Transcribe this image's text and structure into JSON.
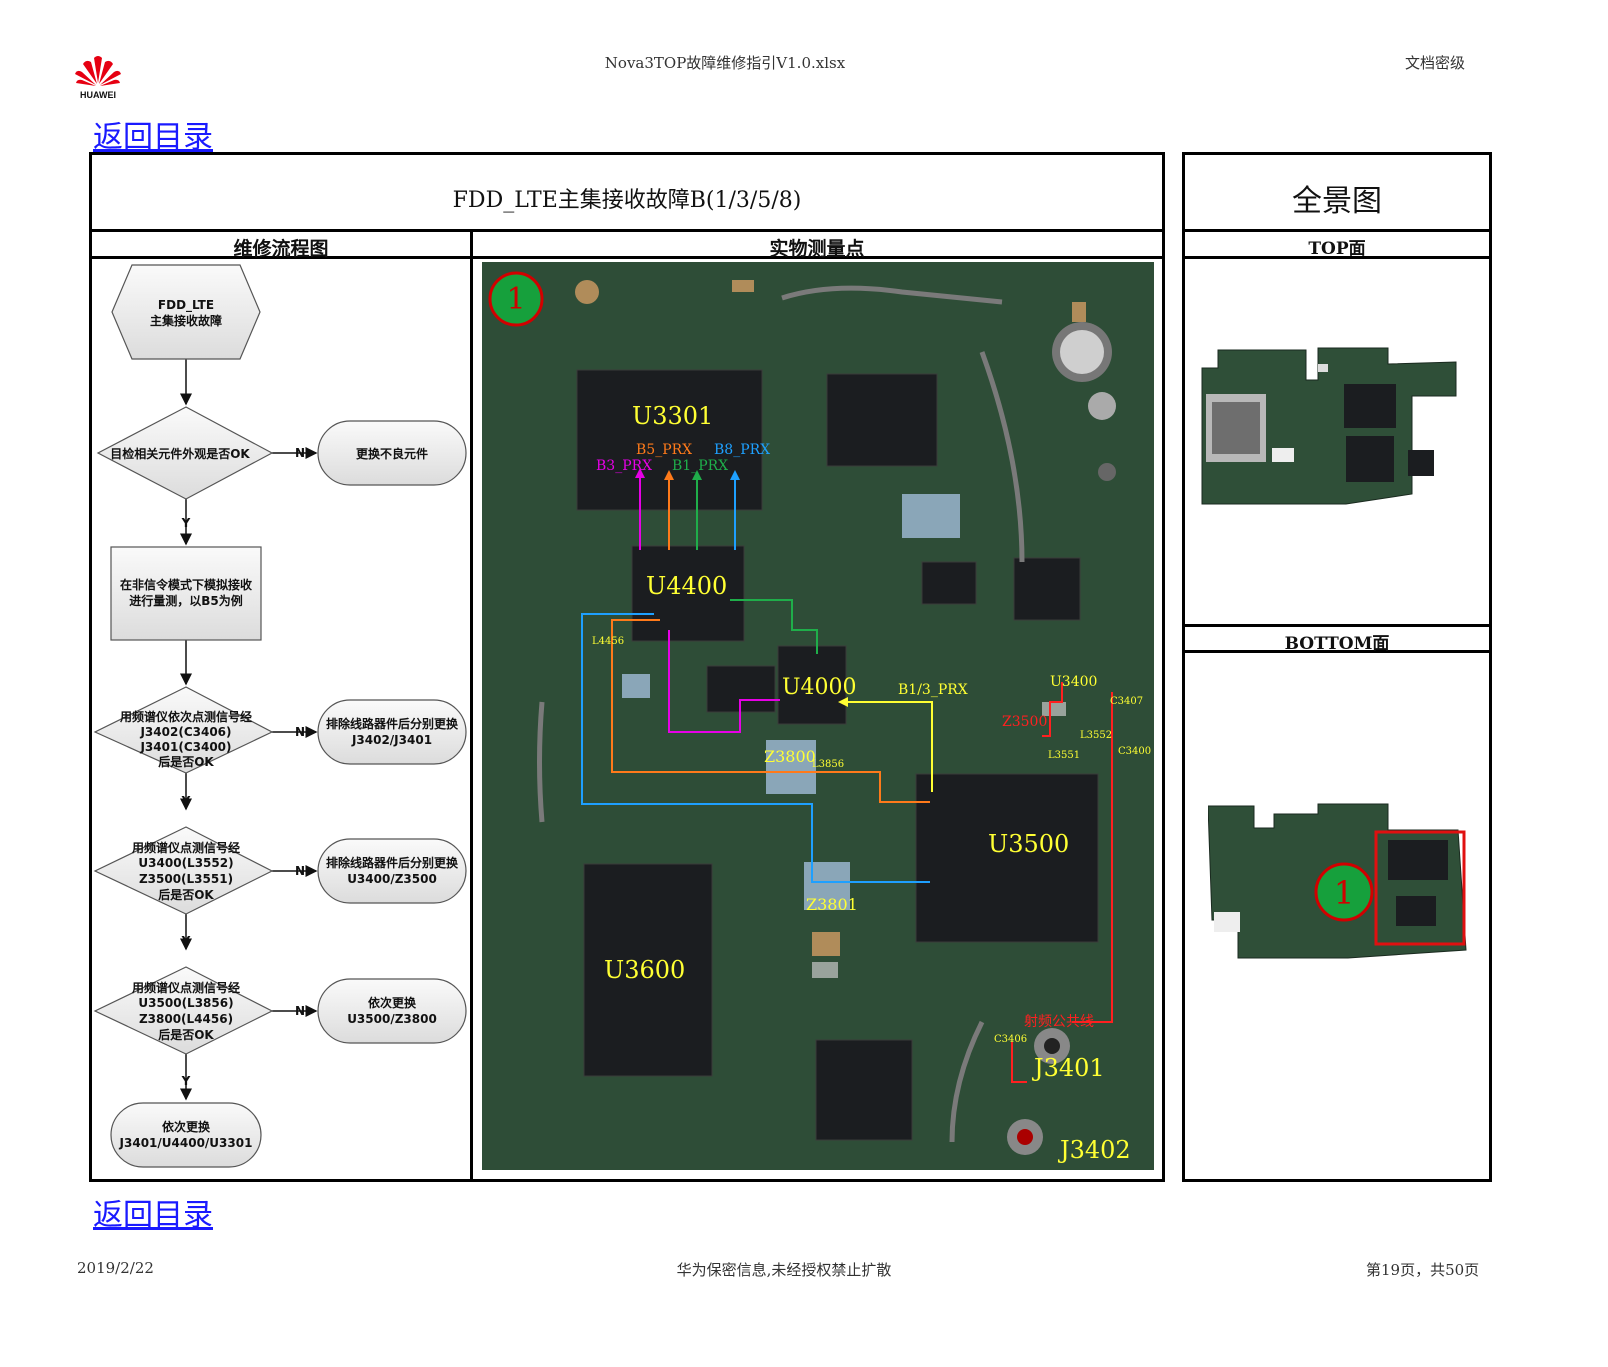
{
  "header": {
    "brand": "HUAWEI",
    "file_title": "Nova3TOP故障维修指引V1.0.xlsx",
    "security_level": "文档密级"
  },
  "nav": {
    "back_link_top": "返回目录",
    "back_link_bottom": "返回目录"
  },
  "main": {
    "title": "FDD_LTE主集接收故障B(1/3/5/8)",
    "flow_header": "维修流程图",
    "photo_header": "实物测量点"
  },
  "flowchart": {
    "start": [
      "FDD_LTE",
      "主集接收故障"
    ],
    "d1": [
      "目检相关元件外观是否OK"
    ],
    "a1": [
      "更换不良元件"
    ],
    "p1": [
      "在非信令模式下模拟接收",
      "进行量测，以B5为例"
    ],
    "d2": [
      "用频谱仪依次点测信号经",
      "J3402(C3406)",
      "J3401(C3400)",
      "后是否OK"
    ],
    "a2": [
      "排除线路器件后分别更换",
      "J3402/J3401"
    ],
    "d3": [
      "用频谱仪点测信号经",
      "U3400(L3552)",
      "Z3500(L3551)",
      "后是否OK"
    ],
    "a3": [
      "排除线路器件后分别更换",
      "U3400/Z3500"
    ],
    "d4": [
      "用频谱仪点测信号经",
      "U3500(L3856)",
      "Z3800(L4456)",
      "后是否OK"
    ],
    "a4": [
      "依次更换",
      "U3500/Z3800"
    ],
    "end": [
      "依次更换",
      "J3401/U4400/U3301"
    ],
    "no": "N",
    "yes": "Y"
  },
  "photo": {
    "marker": "1",
    "components": [
      "U3301",
      "U4400",
      "U4000",
      "Z3800",
      "Z3801",
      "U3500",
      "U3600",
      "U3400",
      "J3401",
      "J3402"
    ],
    "signals": [
      "B5_PRX",
      "B8_PRX",
      "B3_PRX",
      "B1_PRX",
      "B1/3_PRX"
    ],
    "small_labels": [
      "L4456",
      "L3856",
      "Z3500",
      "L3552",
      "L3551",
      "C3407",
      "C3400",
      "C3406"
    ],
    "rf_line": "射频公共线"
  },
  "overview": {
    "title": "全景图",
    "top_label": "TOP面",
    "bottom_label": "BOTTOM面",
    "marker": "1"
  },
  "footer": {
    "date": "2019/2/22",
    "confidential": "华为保密信息,未经授权禁止扩散",
    "page": "第19页，共50页"
  },
  "colors": {
    "pcb": "#2c4a35",
    "chip": "#1d1f22",
    "magenta": "#e600e6",
    "orange": "#ff7a1a",
    "green": "#1fae4a",
    "blue": "#1ea0ff",
    "yellow": "#ffff33",
    "red": "#ff2020"
  }
}
